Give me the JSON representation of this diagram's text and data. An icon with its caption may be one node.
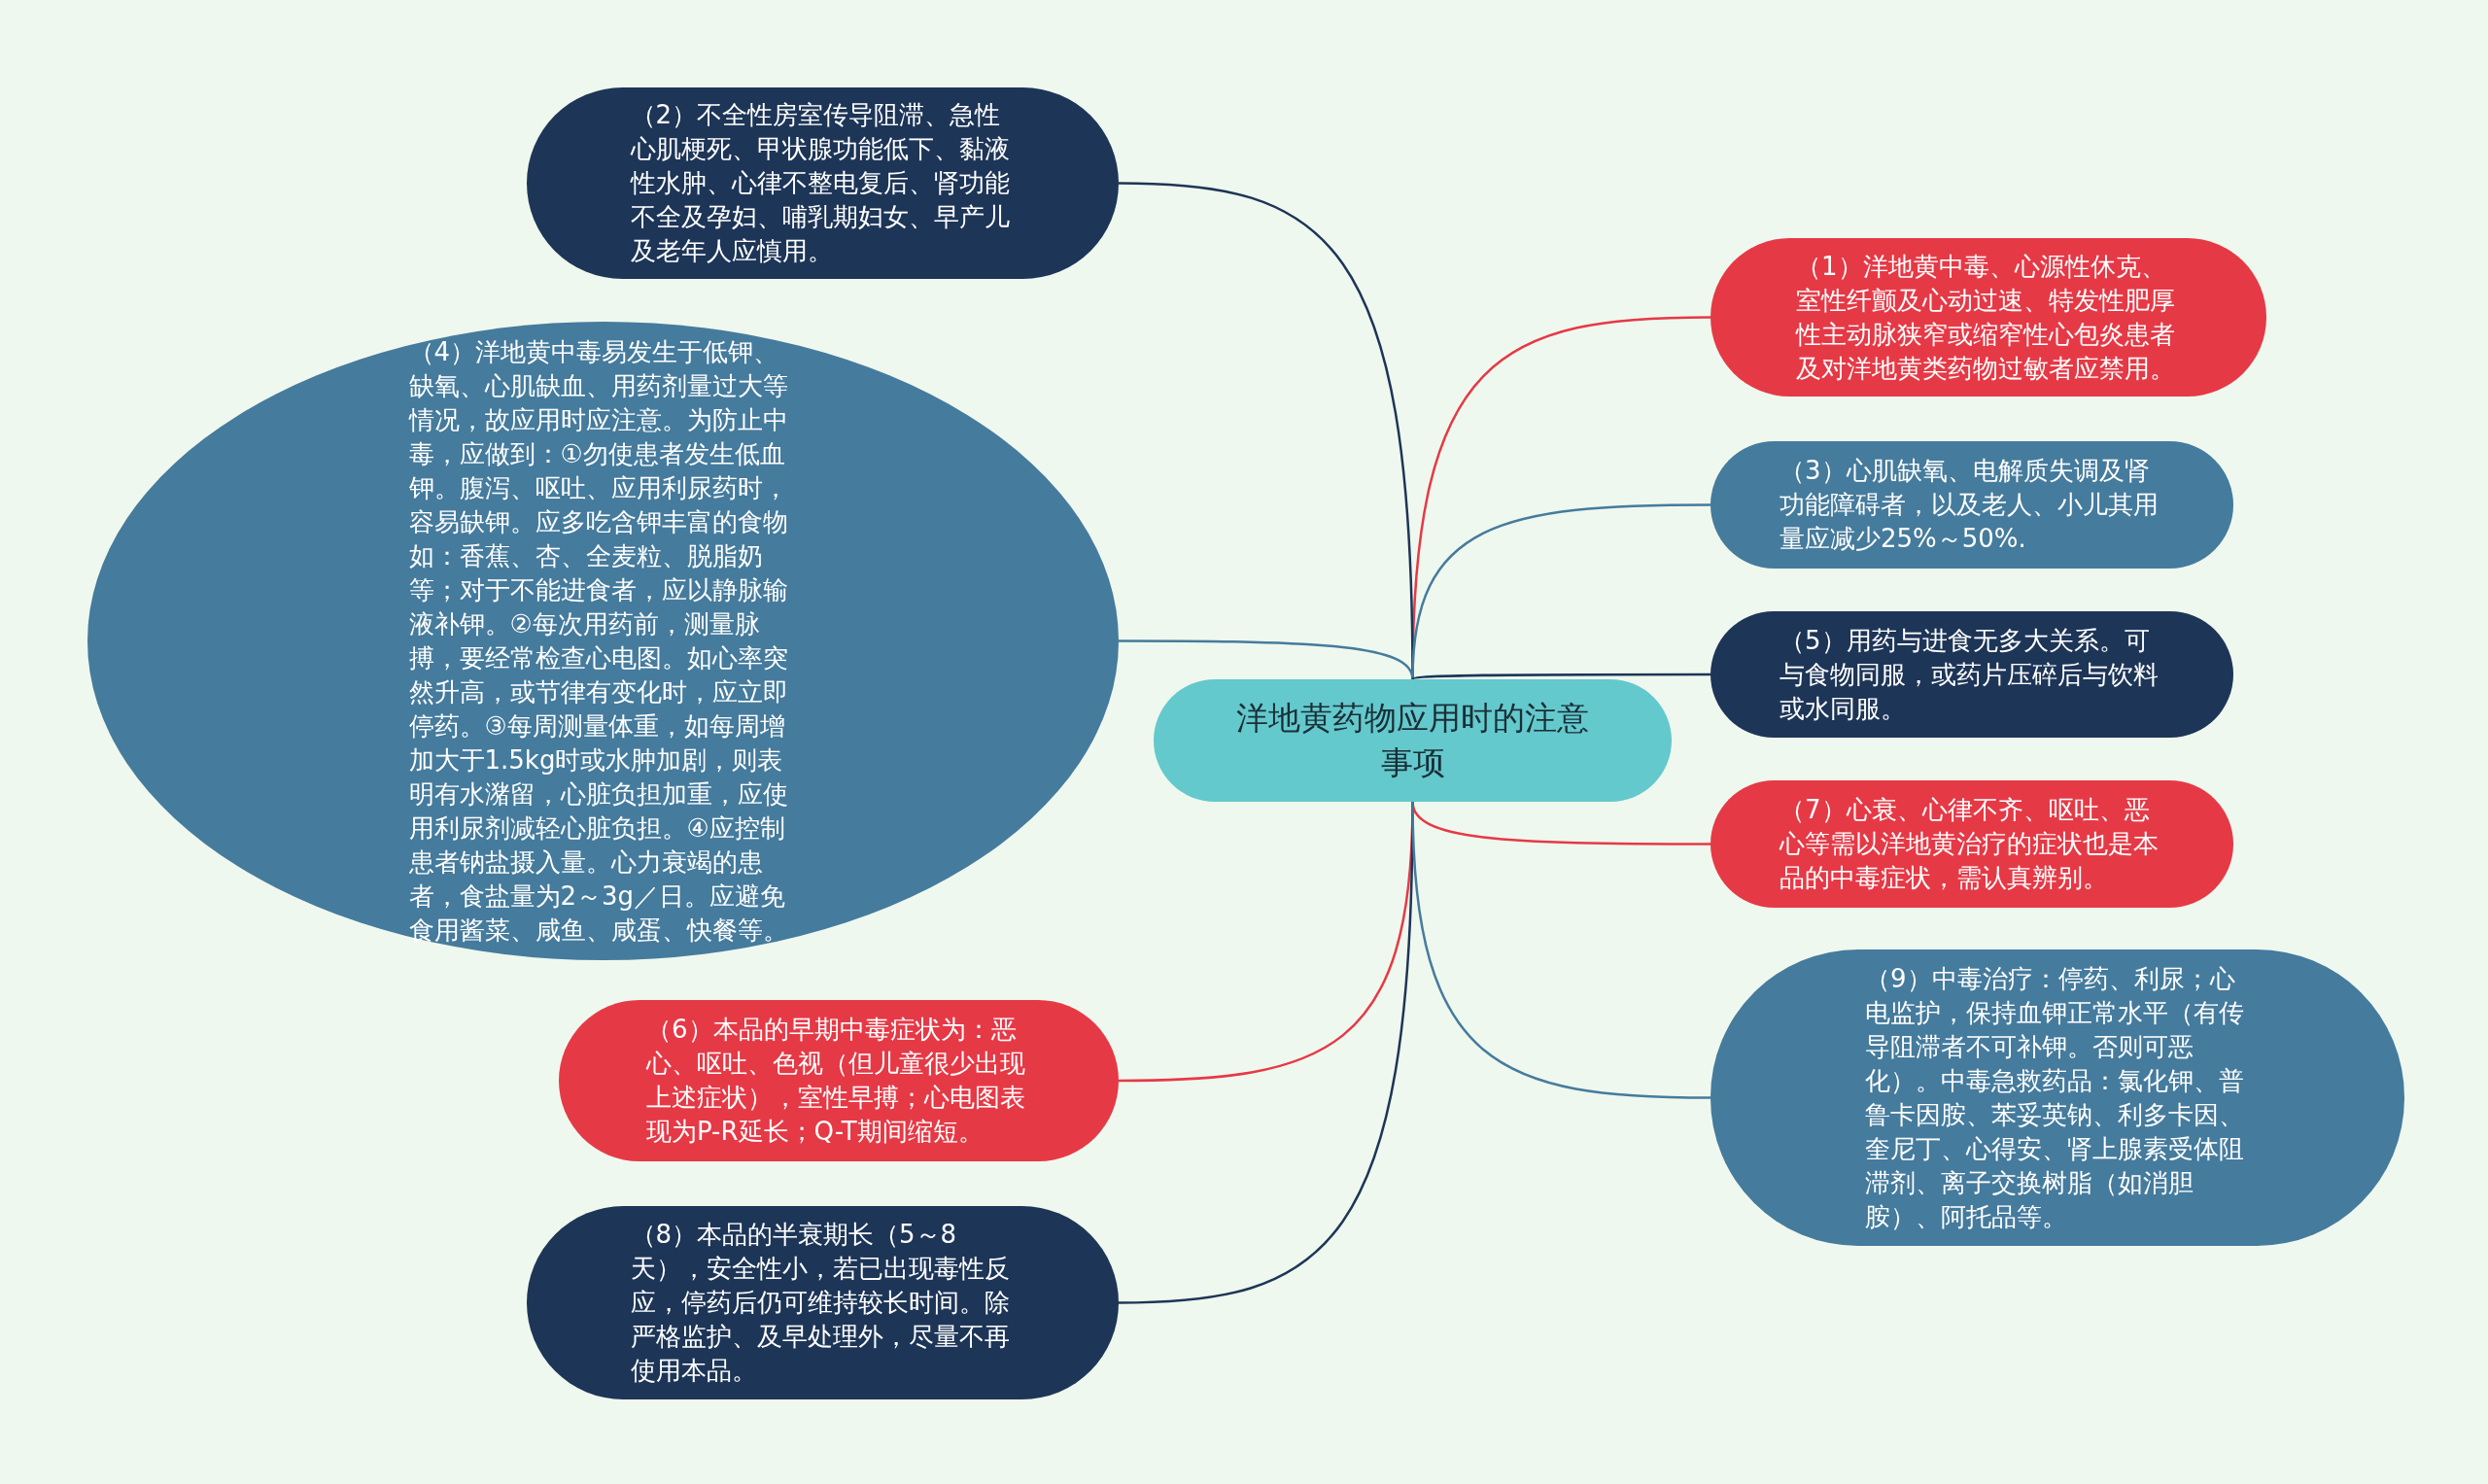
{
  "diagram": {
    "nodes": [
      {
        "text": [
          "洋地黄药物应用时的注意事项"
        ]
      },
      {
        "text": [
          "（1）洋地黄中毒、心源性休克、室性纤颤及心动过速、特发性肥厚性主动脉狭窄或缩窄性心包炎患者及对洋地黄类药物过敏者应禁用。"
        ]
      },
      {
        "text": [
          "（2）不全性房室传导阻滞、急性心肌梗死、甲状腺功能低下、黏液性水肿、心律不整电复后、肾功能不全及孕妇、哺乳期妇女、早产儿及老年人应慎用。"
        ]
      },
      {
        "text": [
          "（3）心肌缺氧、电解质失调及肾功能障碍者，以及老人、小儿其用量应减少25%～50%."
        ]
      },
      {
        "text": [
          "（4）洋地黄中毒易发生于低钾、缺氧、心肌缺血、用药剂量过大等情况，故应用时应注意。为防止中毒，应做到：①勿使患者发生低血钾。腹泻、呕吐、应用利尿药时，容易缺钾。应多吃含钾丰富的食物如：香蕉、杏、全麦粒、脱脂奶等；对于不能进食者，应以静脉输液补钾。②每次用药前，测量脉搏，要经常检查心电图。如心率突然升高，或节律有变化时，应立即停药。③每周测量体重，如每周增加大于1.5kg时或水肿加剧，则表明有水潴留，心脏负担加重，应使用利尿剂减轻心脏负担。④应控制患者钠盐摄入量。心力衰竭的患者，食盐量为2～3g／日。应避免食用酱菜、咸鱼、咸蛋、快餐等。"
        ]
      },
      {
        "text": [
          "（5）用药与进食无多大关系。可与食物同服，或药片压碎后与饮料或水同服。"
        ]
      },
      {
        "text": [
          "（6）本品的早期中毒症状为：恶心、呕吐、色视（但儿童很少出现上述症状），室性早搏；心电图表现为P-R延长；Q-T期间缩短。"
        ]
      },
      {
        "text": [
          "（7）心衰、心律不齐、呕吐、恶心等需以洋地黄治疗的症状也是本品的中毒症状，需认真辨别。"
        ]
      },
      {
        "text": [
          "（8）本品的半衰期长（5～8天），安全性小，若已出现毒性反应，停药后仍可维持较长时间。除严格监护、及早处理外，尽量不再使用本品。"
        ]
      },
      {
        "text": [
          "（9）中毒治疗：停药、利尿；心电监护，保持血钾正常水平（有传导阻滞者不可补钾。否则可恶化）。中毒急救药品：氯化钾、普鲁卡因胺、苯妥英钠、利多卡因、奎尼丁、心得安、肾上腺素受体阻滞剂、离子交换树脂（如消胆胺）、阿托品等。"
        ]
      }
    ],
    "edges": [
      {
        "from": 0,
        "to": 1,
        "arrow": "none",
        "color": "#e63946"
      },
      {
        "from": 0,
        "to": 2,
        "arrow": "none",
        "color": "#1d3557"
      },
      {
        "from": 0,
        "to": 3,
        "arrow": "none",
        "color": "#457b9d"
      },
      {
        "from": 0,
        "to": 4,
        "arrow": "none",
        "color": "#457b9d"
      },
      {
        "from": 0,
        "to": 5,
        "arrow": "none",
        "color": "#1d3557"
      },
      {
        "from": 0,
        "to": 6,
        "arrow": "none",
        "color": "#e63946"
      },
      {
        "from": 0,
        "to": 7,
        "arrow": "none",
        "color": "#e63946"
      },
      {
        "from": 0,
        "to": 8,
        "arrow": "none",
        "color": "#1d3557"
      },
      {
        "from": 0,
        "to": 9,
        "arrow": "none",
        "color": "#457b9d"
      }
    ]
  }
}
